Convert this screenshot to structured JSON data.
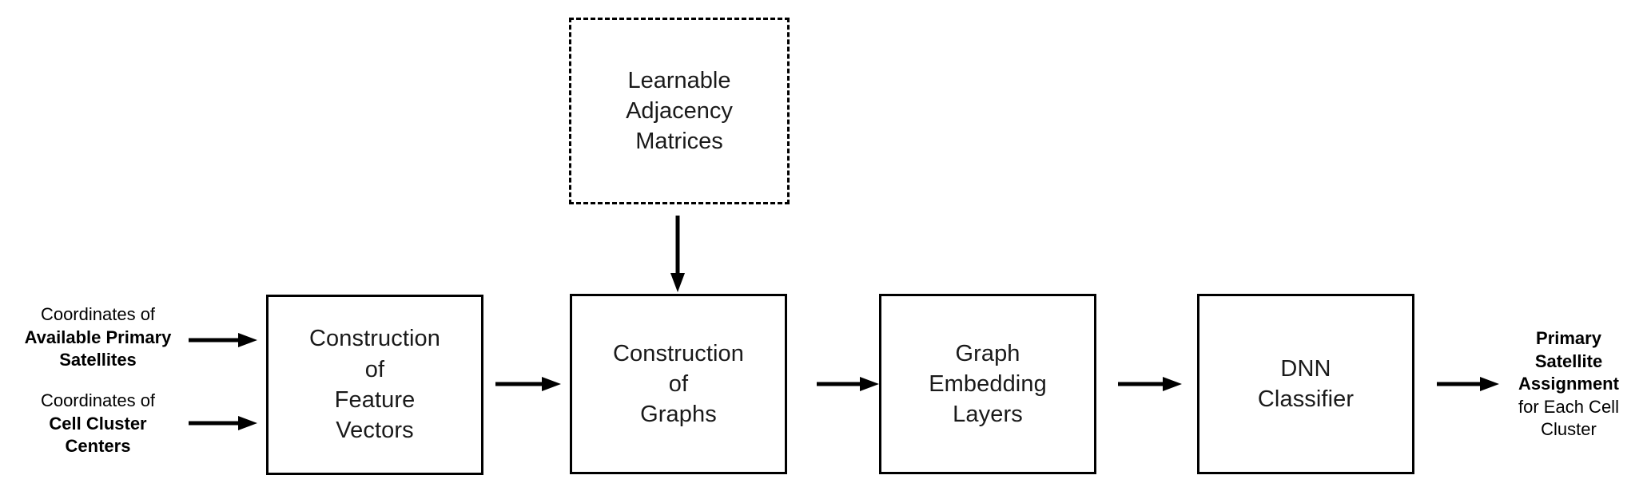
{
  "diagram": {
    "title_text": "",
    "background_color": "#ffffff",
    "stroke_color": "#000000",
    "text_color": "#1a1a1a"
  },
  "inputs": [
    {
      "id": "input-available-primary-satellites",
      "line_normal": "Coordinates of",
      "line_bold": "Available Primary\nSatellites"
    },
    {
      "id": "input-cell-cluster-centers",
      "line_normal": "Coordinates of",
      "line_bold": "Cell Cluster\nCenters"
    }
  ],
  "dashed_node": {
    "id": "learnable-adjacency-matrices",
    "label": "Learnable\nAdjacency\nMatrices",
    "style": "dashed"
  },
  "pipeline": [
    {
      "id": "construction-of-feature-vectors",
      "label": "Construction\nof\nFeature\nVectors"
    },
    {
      "id": "construction-of-graphs",
      "label": "Construction\nof\nGraphs"
    },
    {
      "id": "graph-embedding-layers",
      "label": "Graph\nEmbedding\nLayers"
    },
    {
      "id": "dnn-classifier",
      "label": "DNN\nClassifier"
    }
  ],
  "output": {
    "id": "primary-satellite-assignment",
    "line_bold": "Primary\nSatellite\nAssignment",
    "line_normal": "for Each Cell\nCluster"
  },
  "arrows": [
    {
      "id": "arrow-input-satellites-to-feature-vectors",
      "direction": "right"
    },
    {
      "id": "arrow-input-clusters-to-feature-vectors",
      "direction": "right"
    },
    {
      "id": "arrow-feature-vectors-to-graphs",
      "direction": "right"
    },
    {
      "id": "arrow-adjacency-to-graphs",
      "direction": "down"
    },
    {
      "id": "arrow-graphs-to-embedding",
      "direction": "right"
    },
    {
      "id": "arrow-embedding-to-dnn",
      "direction": "right"
    },
    {
      "id": "arrow-dnn-to-output",
      "direction": "right"
    }
  ]
}
